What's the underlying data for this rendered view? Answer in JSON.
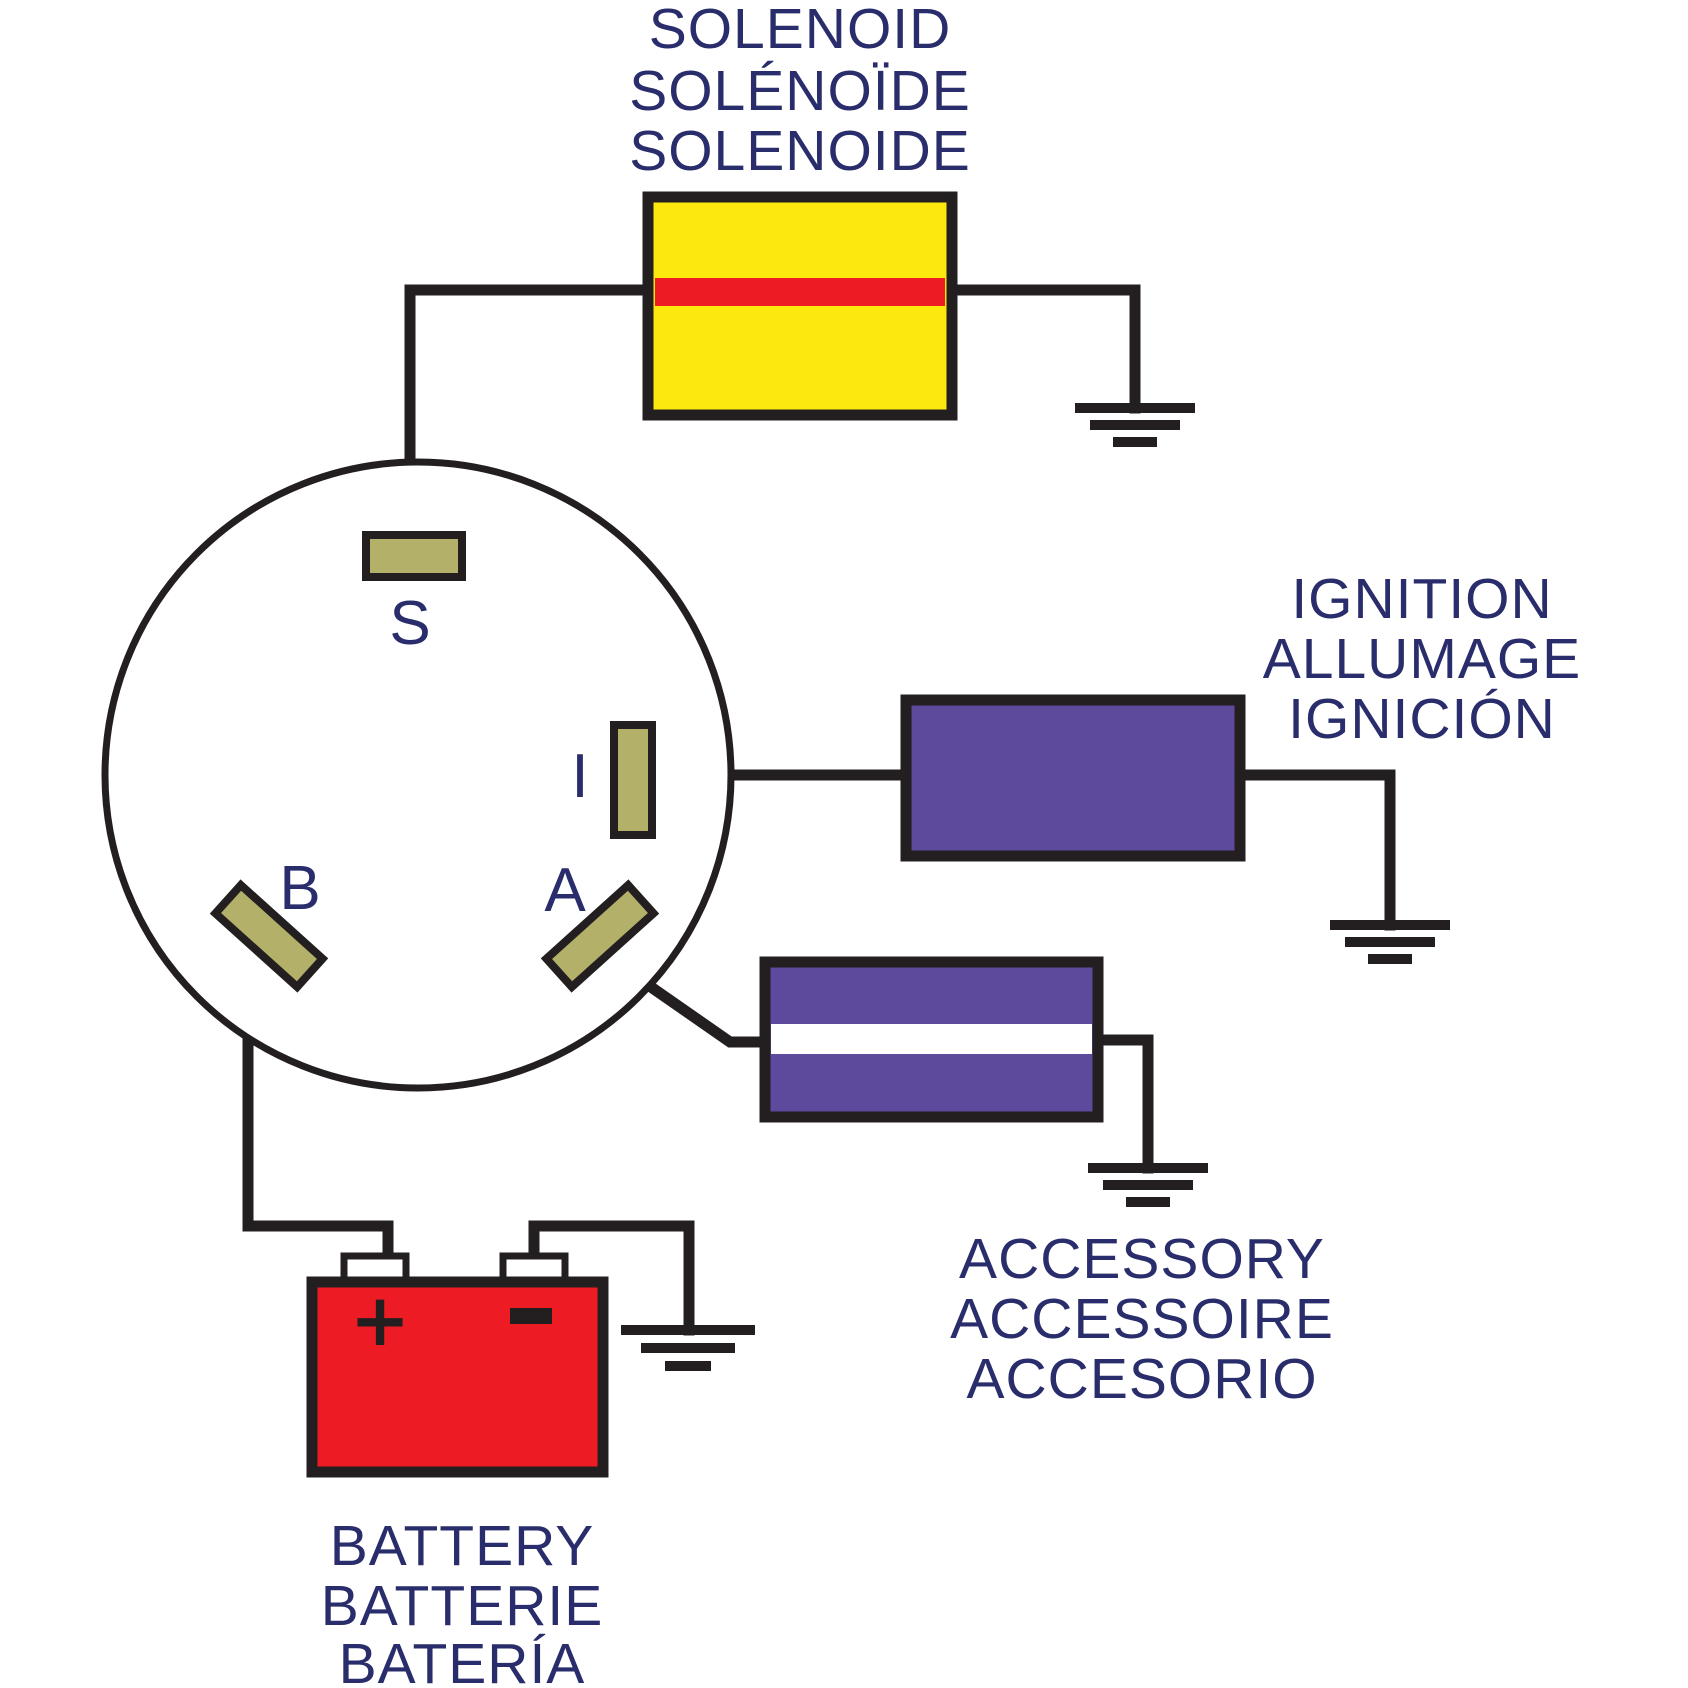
{
  "colors": {
    "label_text": "#2a2d6b",
    "wire": "#231f20",
    "solenoid_fill": "#fce80c",
    "solenoid_stripe": "#ed1c24",
    "ignition_fill": "#5e4a9c",
    "accessory_fill": "#5e4a9c",
    "accessory_stripe": "#ffffff",
    "battery_fill": "#ed1c24",
    "contact_fill": "#b3b06a",
    "switch_fill": "#ffffff"
  },
  "labels": {
    "solenoid": [
      "SOLENOID",
      "SOLÉNOÏDE",
      "SOLENOIDE"
    ],
    "ignition": [
      "IGNITION",
      "ALLUMAGE",
      "IGNICIÓN"
    ],
    "accessory": [
      "ACCESSORY",
      "ACCESSOIRE",
      "ACCESORIO"
    ],
    "battery": [
      "BATTERY",
      "BATTERIE",
      "BATERÍA"
    ]
  },
  "switch": {
    "terminals": {
      "s": "S",
      "i": "I",
      "b": "B",
      "a": "A"
    }
  },
  "battery": {
    "positive": "+",
    "negative": "−"
  },
  "icons": {
    "ground": "ground-symbol-icon"
  }
}
